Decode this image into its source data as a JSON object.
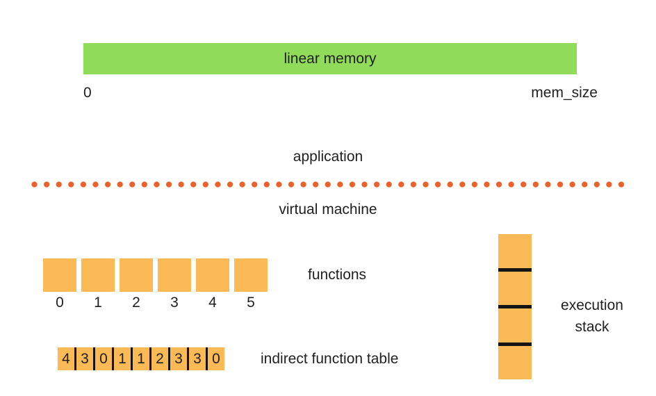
{
  "colors": {
    "memory_green": "#90DC5A",
    "block_orange": "#FBBA55",
    "divider_dot_orange": "#E8622C",
    "separator_black": "#141414",
    "text": "#1f1f1f"
  },
  "linear_memory": {
    "label": "linear memory",
    "start_label": "0",
    "end_label": "mem_size"
  },
  "boundary": {
    "above_label": "application",
    "below_label": "virtual machine"
  },
  "functions": {
    "label": "functions",
    "indices": [
      "0",
      "1",
      "2",
      "3",
      "4",
      "5"
    ]
  },
  "indirect_table": {
    "label": "indirect function table",
    "values": [
      "4",
      "3",
      "0",
      "1",
      "1",
      "2",
      "3",
      "3",
      "0"
    ]
  },
  "execution_stack": {
    "label_line1": "execution",
    "label_line2": "stack",
    "segments": [
      "",
      "",
      "",
      ""
    ]
  }
}
